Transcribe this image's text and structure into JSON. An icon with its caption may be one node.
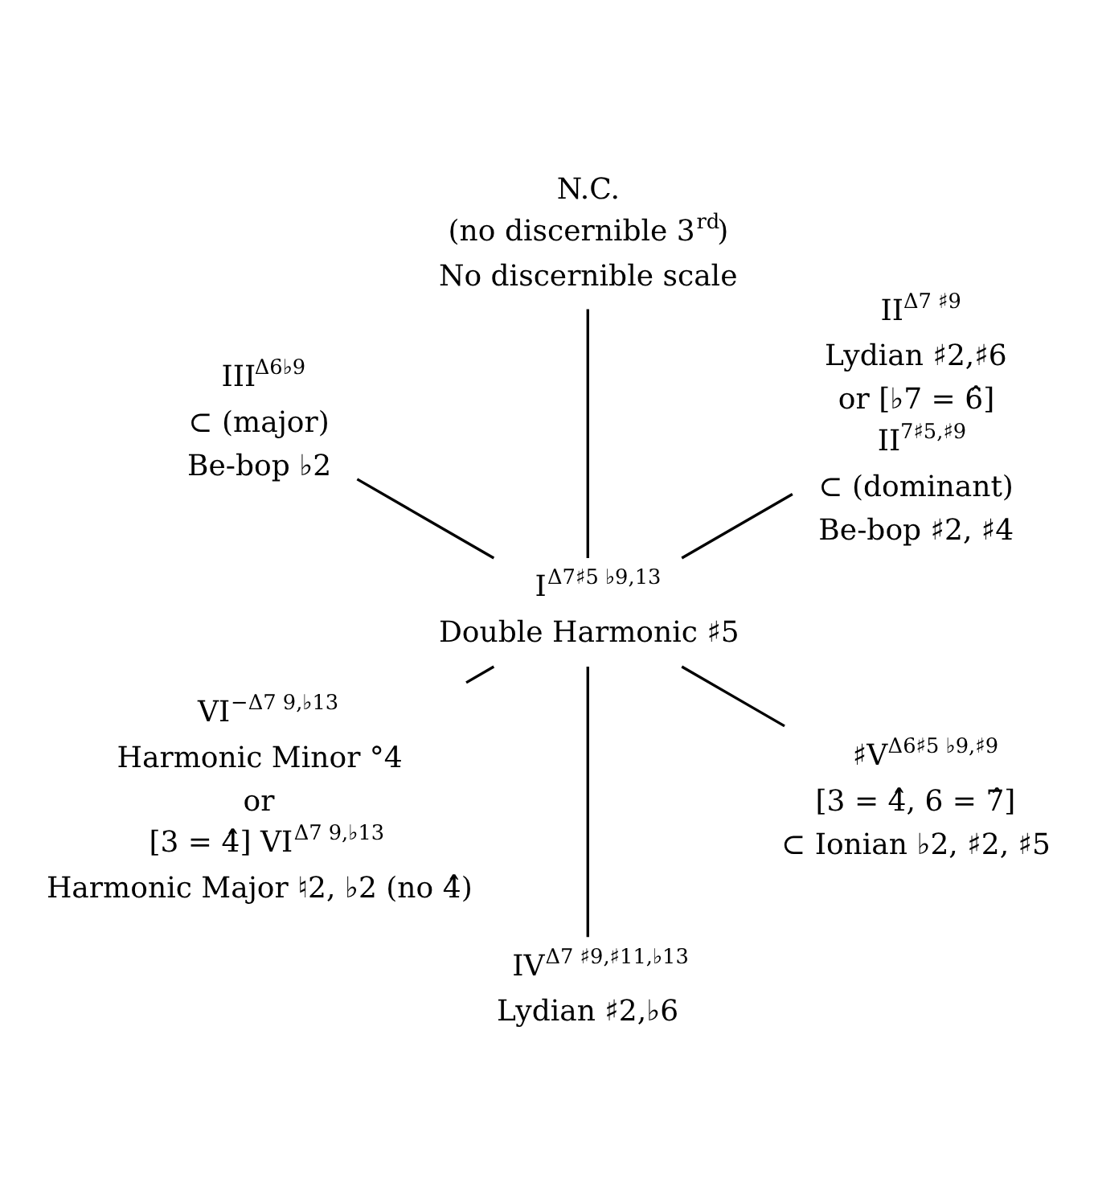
{
  "diagram": {
    "nodes": [
      {
        "text": [
          "II$^{Δ7 ♯9}$",
          "Lydian ♯2,♯6",
          "or [♭7 = 6̂]",
          "II$^{7♯5,♯9}$",
          "⊂ (dominant)",
          "Be-bop ♯2, ♯4"
        ]
      },
      {
        "text": [
          "N.C.",
          "(no discernible 3$^{rd}$)",
          "No discernible scale"
        ]
      },
      {
        "text": [
          "III$^{Δ6♭9}$",
          "⊂ (major)",
          "Be-bop ♭2"
        ]
      },
      {
        "text": [
          "I$^{Δ7♯5 ♭9,13}$",
          "Double Harmonic ♯5"
        ]
      },
      {
        "text": [
          "VI$^{−Δ7 9,♭13}$",
          "Harmonic Minor °4",
          "or",
          "[3 = 4̂] VI$^{Δ7 9,♭13}$",
          "Harmonic Major ♮2, ♭2 (no 4̂)"
        ]
      },
      {
        "text": [
          "IV$^{Δ7 ♯9,♯11,♭13}$",
          "Lydian ♯2,♭6"
        ]
      },
      {
        "text": [
          "♯V$^{Δ6♯5 ♭9,♯9}$",
          "[3 = 4̂, 6 = 7̂]",
          "⊂ Ionian ♭2, ♯2, ♯5"
        ]
      }
    ],
    "edges": [
      {
        "from": 3,
        "to": 0,
        "arrow": "none"
      },
      {
        "from": 3,
        "to": 1,
        "arrow": "none"
      },
      {
        "from": 3,
        "to": 2,
        "arrow": "none"
      },
      {
        "from": 3,
        "to": 4,
        "arrow": "none"
      },
      {
        "from": 3,
        "to": 5,
        "arrow": "none"
      },
      {
        "from": 3,
        "to": 6,
        "arrow": "none"
      }
    ]
  }
}
